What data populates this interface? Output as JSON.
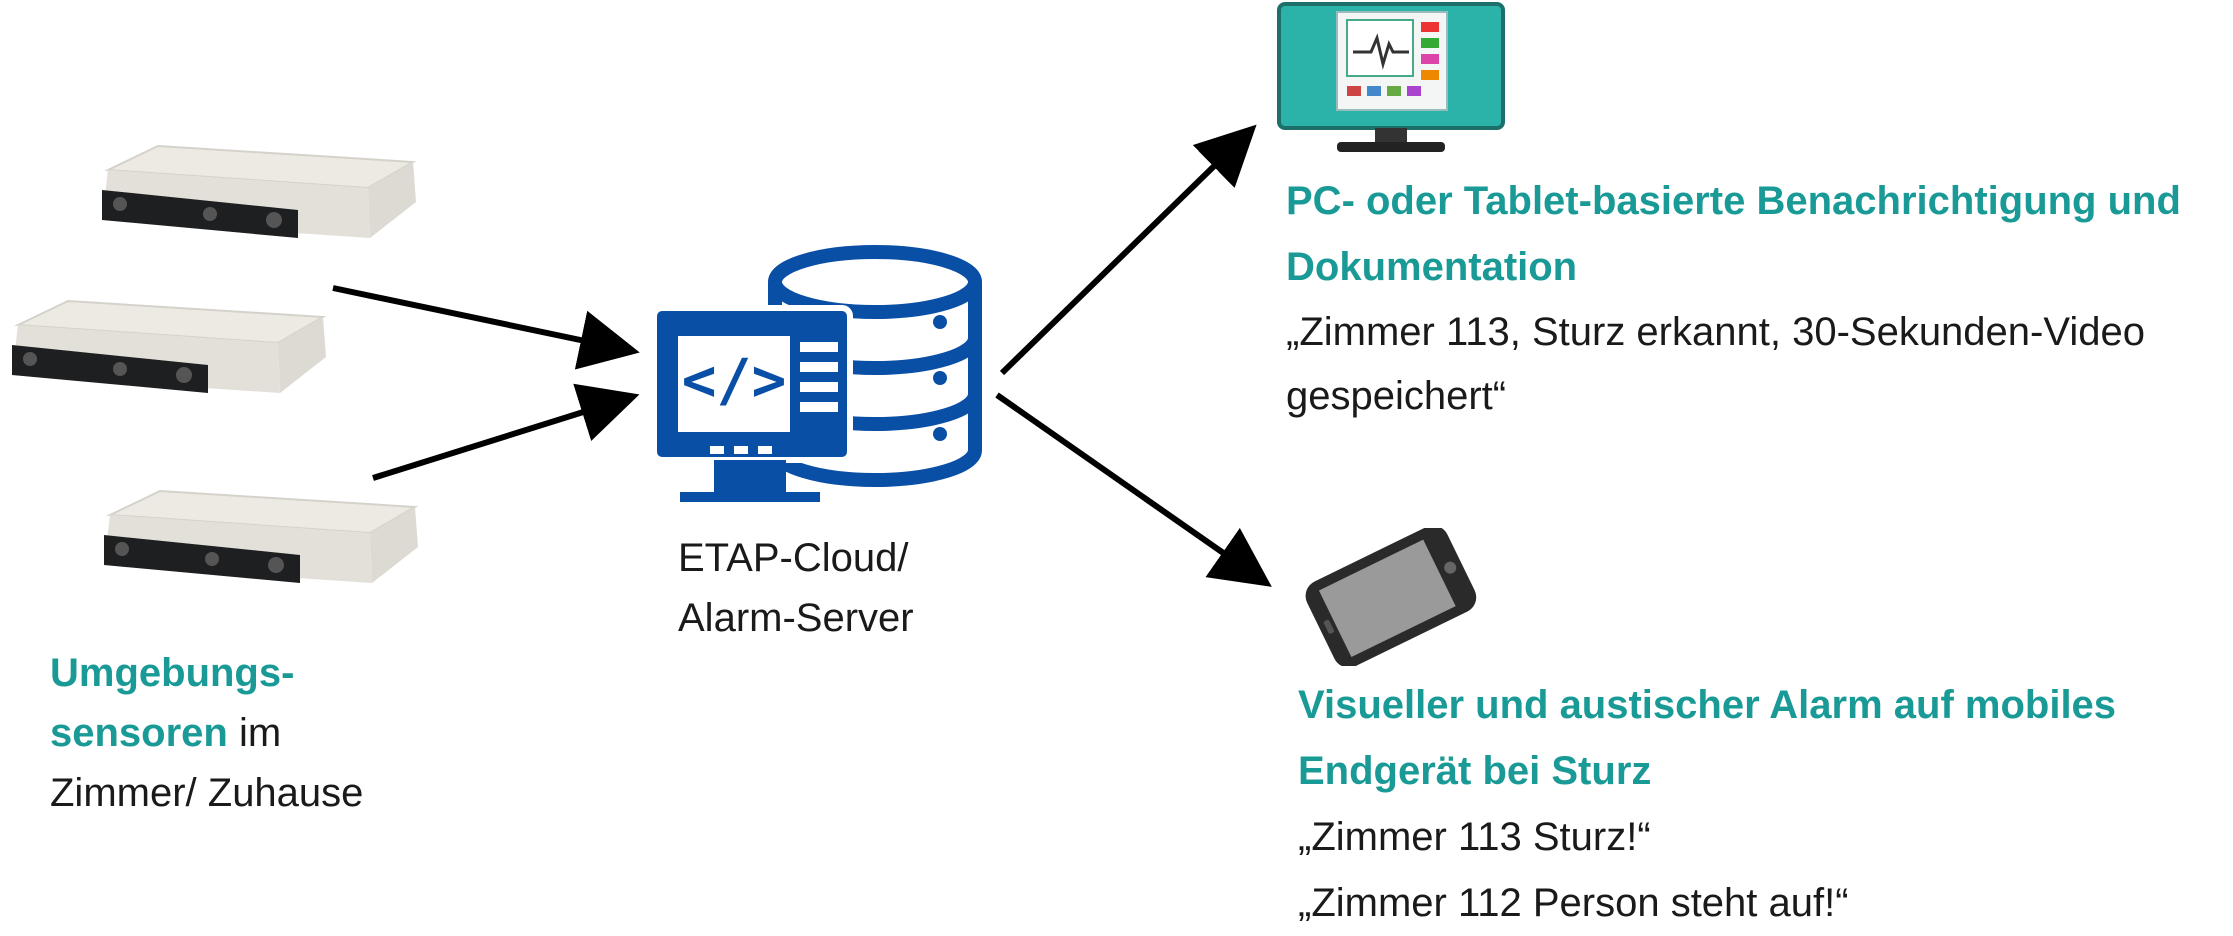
{
  "sensors": {
    "label_highlight_line1": "Umgebungs-",
    "label_highlight_line2": "sensoren",
    "label_rest_line2": " im",
    "label_line3": "Zimmer/ Zuhause"
  },
  "server": {
    "label_line1": "ETAP-Cloud/",
    "label_line2": "Alarm-Server",
    "code_glyph": "</>"
  },
  "pc": {
    "title_line1": "PC- oder Tablet-basierte Benachrichtigung und",
    "title_line2": "Dokumentation",
    "message_line1": "„Zimmer 113, Sturz erkannt, 30-Sekunden-Video",
    "message_line2": "gespeichert“"
  },
  "mobile": {
    "title_line1": "Visueller und austischer Alarm auf mobiles",
    "title_line2": "Endgerät bei Sturz",
    "message_line1": "„Zimmer 113 Sturz!“",
    "message_line2": "„Zimmer 112 Person steht auf!“"
  },
  "colors": {
    "accent_teal": "#1a9a96",
    "server_blue": "#0a4fa6",
    "monitor_teal": "#2bb3aa"
  },
  "icons": [
    "sensor-device-icon",
    "server-database-icon",
    "monitor-icon",
    "smartphone-icon",
    "arrow-icon"
  ]
}
